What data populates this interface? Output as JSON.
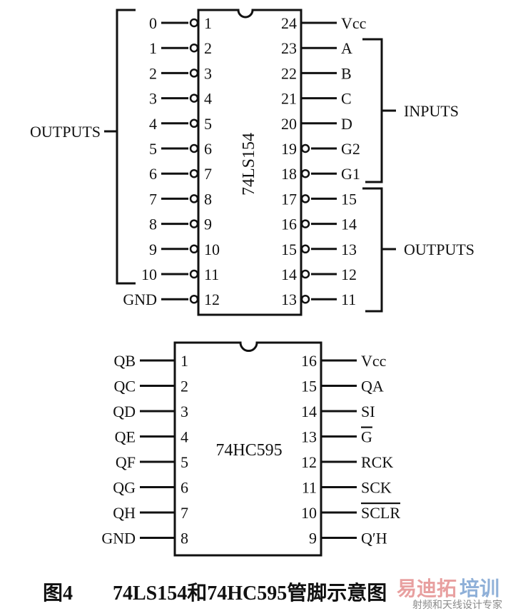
{
  "chip1": {
    "name": "74LS154",
    "left_pins": [
      {
        "num": "1",
        "label": "0",
        "inverted": true
      },
      {
        "num": "2",
        "label": "1",
        "inverted": true
      },
      {
        "num": "3",
        "label": "2",
        "inverted": true
      },
      {
        "num": "4",
        "label": "3",
        "inverted": true
      },
      {
        "num": "5",
        "label": "4",
        "inverted": true
      },
      {
        "num": "6",
        "label": "5",
        "inverted": true
      },
      {
        "num": "7",
        "label": "6",
        "inverted": true
      },
      {
        "num": "8",
        "label": "7",
        "inverted": true
      },
      {
        "num": "9",
        "label": "8",
        "inverted": true
      },
      {
        "num": "10",
        "label": "9",
        "inverted": true
      },
      {
        "num": "11",
        "label": "10",
        "inverted": true
      },
      {
        "num": "12",
        "label": "GND",
        "inverted": true
      }
    ],
    "right_pins": [
      {
        "num": "24",
        "label": "Vcc",
        "inverted": false
      },
      {
        "num": "23",
        "label": "A",
        "inverted": false
      },
      {
        "num": "22",
        "label": "B",
        "inverted": false
      },
      {
        "num": "21",
        "label": "C",
        "inverted": false
      },
      {
        "num": "20",
        "label": "D",
        "inverted": false
      },
      {
        "num": "19",
        "label": "G2",
        "inverted": true
      },
      {
        "num": "18",
        "label": "G1",
        "inverted": true
      },
      {
        "num": "17",
        "label": "15",
        "inverted": true
      },
      {
        "num": "16",
        "label": "14",
        "inverted": true
      },
      {
        "num": "15",
        "label": "13",
        "inverted": true
      },
      {
        "num": "14",
        "label": "12",
        "inverted": true
      },
      {
        "num": "13",
        "label": "11",
        "inverted": true
      }
    ],
    "groups": {
      "left_outputs": "OUTPUTS",
      "right_inputs": "INPUTS",
      "right_outputs": "OUTPUTS"
    }
  },
  "chip2": {
    "name": "74HC595",
    "left_pins": [
      {
        "num": "1",
        "label": "QB",
        "overline": false
      },
      {
        "num": "2",
        "label": "QC",
        "overline": false
      },
      {
        "num": "3",
        "label": "QD",
        "overline": false
      },
      {
        "num": "4",
        "label": "QE",
        "overline": false
      },
      {
        "num": "5",
        "label": "QF",
        "overline": false
      },
      {
        "num": "6",
        "label": "QG",
        "overline": false
      },
      {
        "num": "7",
        "label": "QH",
        "overline": false
      },
      {
        "num": "8",
        "label": "GND",
        "overline": false
      }
    ],
    "right_pins": [
      {
        "num": "16",
        "label": "Vcc",
        "overline": false
      },
      {
        "num": "15",
        "label": "QA",
        "overline": false
      },
      {
        "num": "14",
        "label": "SI",
        "overline": false
      },
      {
        "num": "13",
        "label": "G",
        "overline": true
      },
      {
        "num": "12",
        "label": "RCK",
        "overline": false
      },
      {
        "num": "11",
        "label": "SCK",
        "overline": false
      },
      {
        "num": "10",
        "label": "SCLR",
        "overline": true
      },
      {
        "num": "9",
        "label": "Q′H",
        "overline": false
      }
    ]
  },
  "caption": {
    "figure": "图4",
    "text": "74LS154和74HC595管脚示意图"
  },
  "watermark": {
    "brand_a": "易迪拓",
    "brand_b": "培训",
    "slogan": "射频和天线设计专家",
    "color_a": "#e8a0a0",
    "color_b": "#8fb0d8",
    "color_slogan": "#8a8a8a"
  }
}
